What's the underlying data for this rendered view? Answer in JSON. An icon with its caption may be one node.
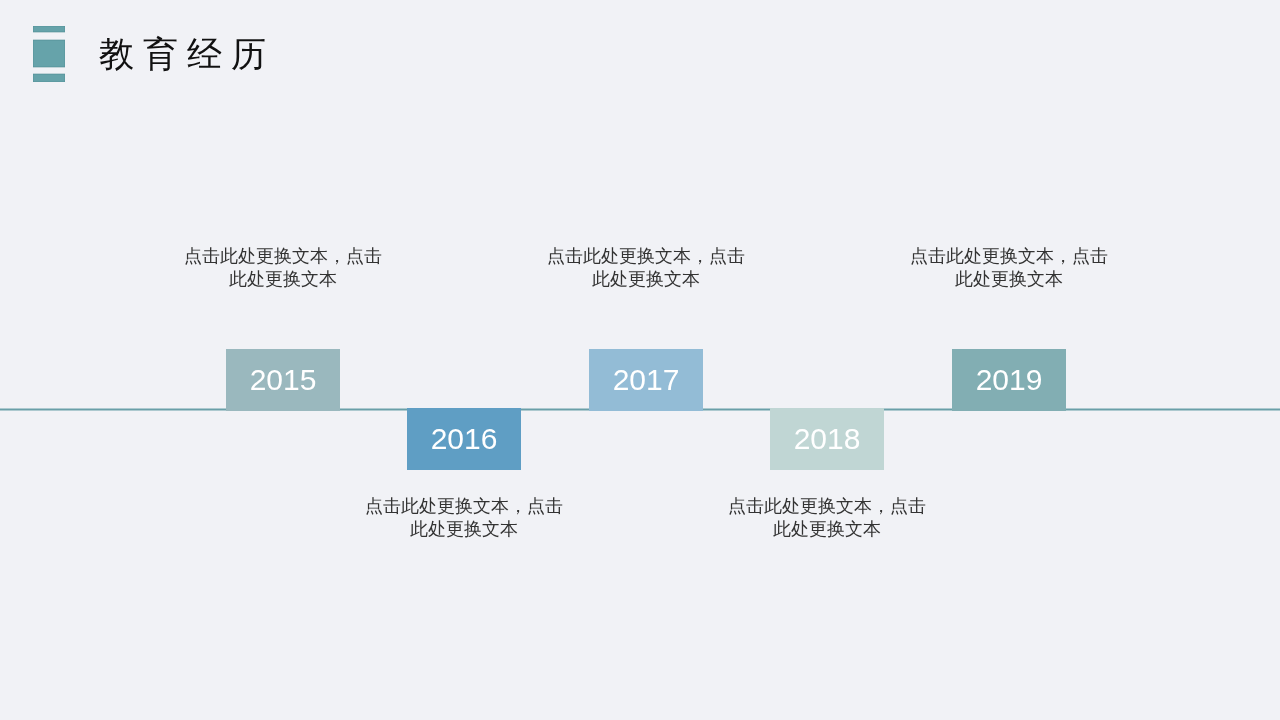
{
  "diagram": {
    "title": "教育经历",
    "nodes": [
      {
        "text": [
          "2015"
        ],
        "beside": [
          "点击此处更换文本，点击此处更换文本"
        ]
      },
      {
        "text": [
          "2016"
        ],
        "beside": [
          "点击此处更换文本，点击此处更换文本"
        ]
      },
      {
        "text": [
          "2017"
        ],
        "beside": [
          "点击此处更换文本，点击此处更换文本"
        ]
      },
      {
        "text": [
          "2018"
        ],
        "beside": [
          "点击此处更换文本，点击此处更换文本"
        ]
      },
      {
        "text": [
          "2019"
        ],
        "beside": [
          "点击此处更换文本，点击此处更换文本"
        ]
      }
    ]
  }
}
